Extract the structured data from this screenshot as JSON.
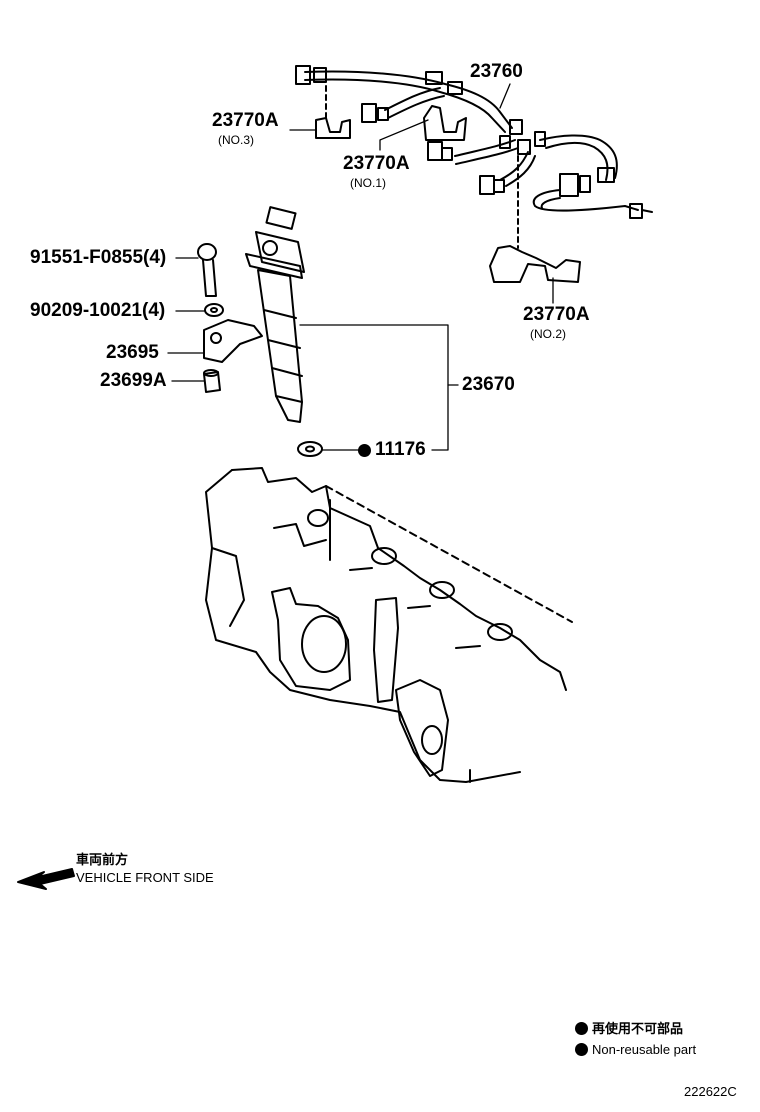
{
  "parts": {
    "p23760": "23760",
    "p23770a_no3": "23770A",
    "p23770a_no3_sub": "(NO.3)",
    "p23770a_no1": "23770A",
    "p23770a_no1_sub": "(NO.1)",
    "p23770a_no2": "23770A",
    "p23770a_no2_sub": "(NO.2)",
    "p91551": "91551-F0855(4)",
    "p90209": "90209-10021(4)",
    "p23695": "23695",
    "p23699a": "23699A",
    "p23670": "23670",
    "p11176": "11176"
  },
  "direction": {
    "jp": "車両前方",
    "en": "VEHICLE FRONT SIDE"
  },
  "legend": {
    "jp": "再使用不可部品",
    "en": "Non-reusable part"
  },
  "diagram_id": "222622C",
  "colors": {
    "ink": "#000000",
    "background": "#ffffff"
  }
}
